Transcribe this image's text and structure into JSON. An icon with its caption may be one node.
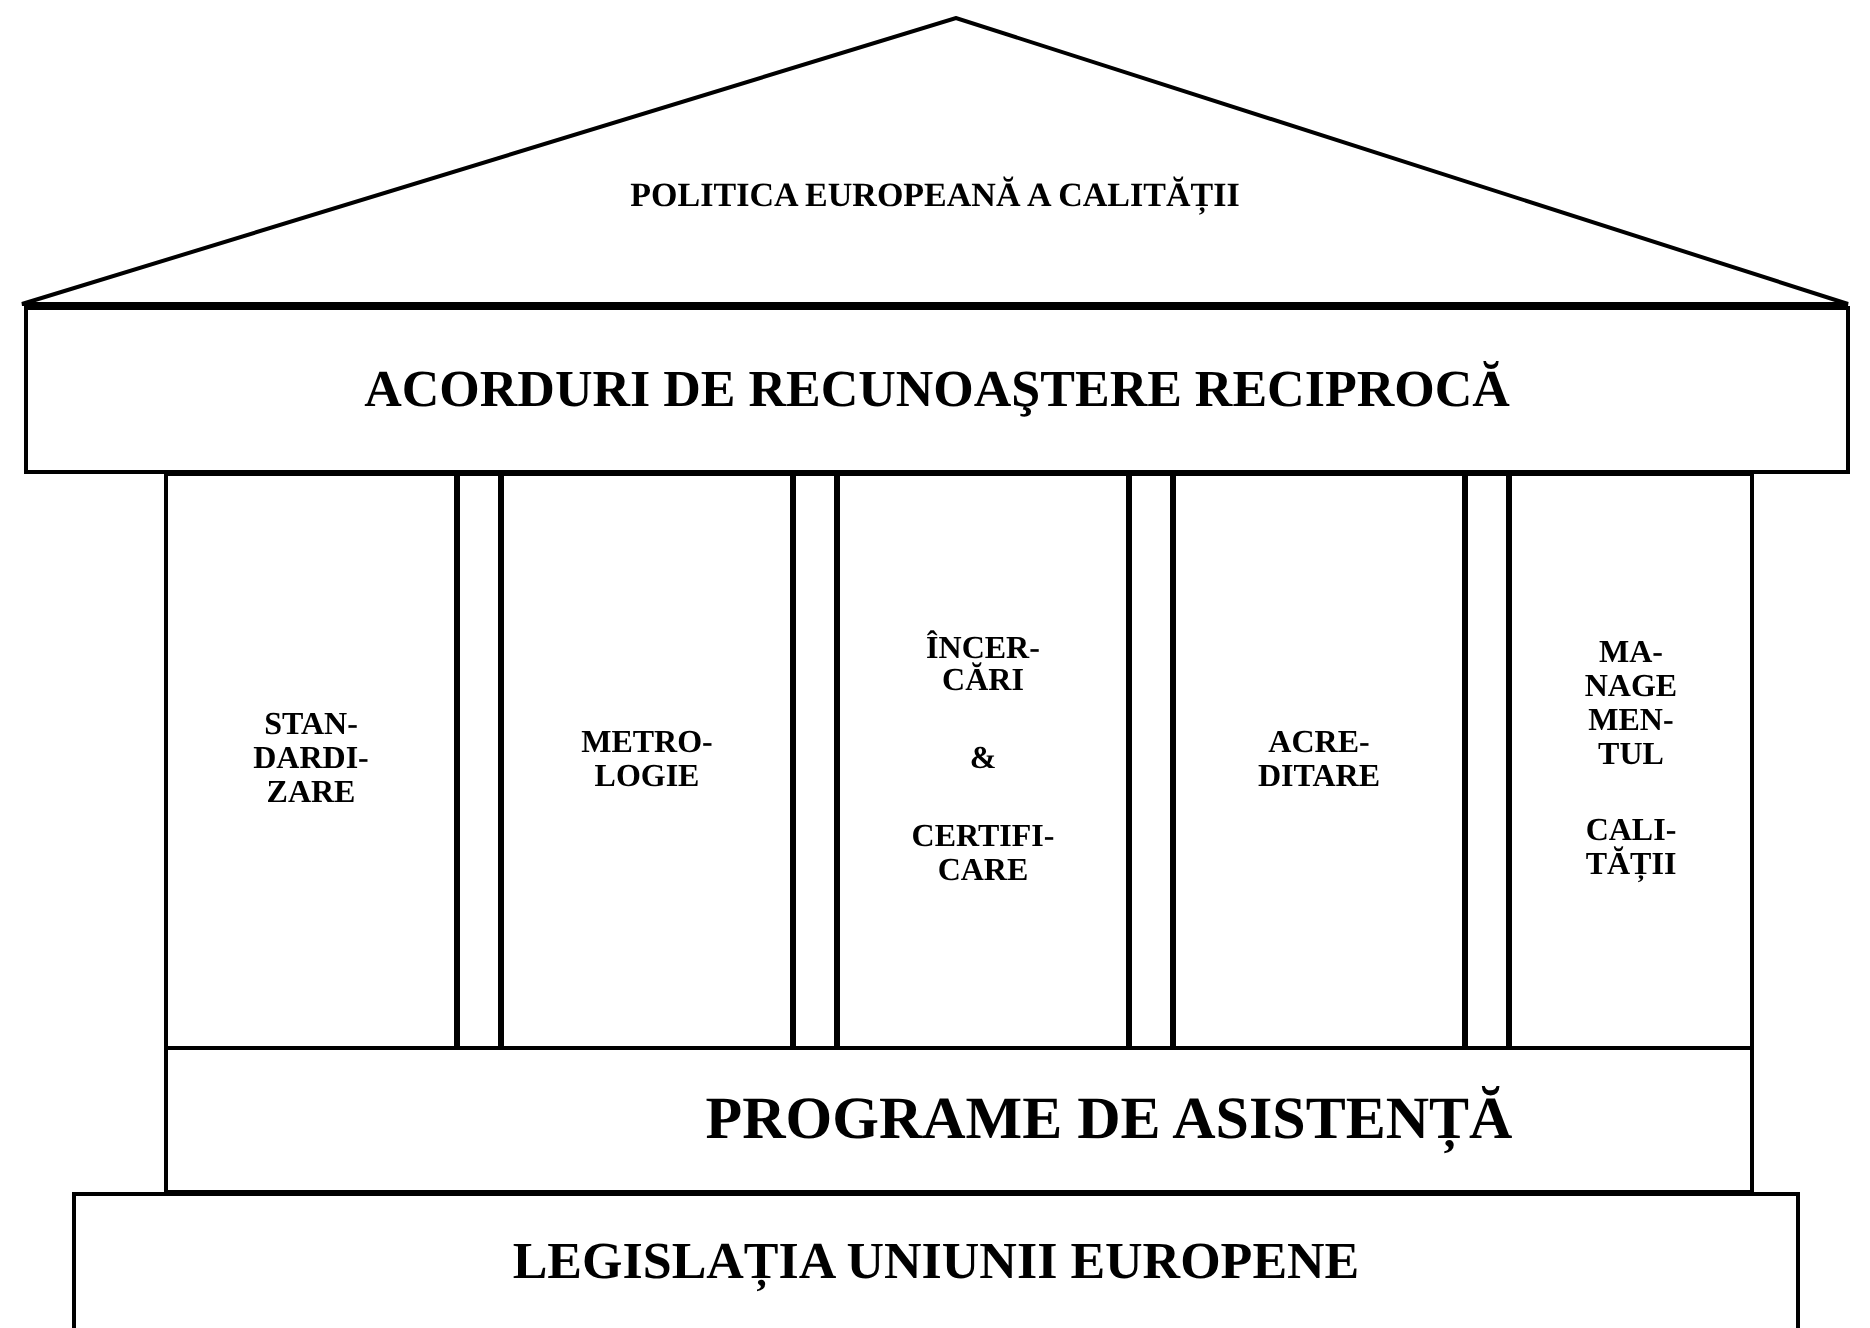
{
  "diagram": {
    "nodes": [
      {
        "text": [
          "POLITICA EUROPEANĂ A CALITĂȚII"
        ]
      },
      {
        "text": [
          "ACORDURI DE RECUNOAŞTERE RECIPROCĂ"
        ]
      },
      {
        "text": [
          "STAN- DARDI- ZARE"
        ]
      },
      {
        "text": [
          "METRO- LOGIE"
        ]
      },
      {
        "text": [
          "ÎNCER- CĂRI",
          "&",
          "CERTIFI- CARE"
        ]
      },
      {
        "text": [
          "ACRE- DITARE"
        ]
      },
      {
        "text": [
          "MA- NAGE MEN- TUL",
          "CALI- TĂȚII"
        ]
      },
      {
        "text": [
          "PROGRAME DE ASISTENȚĂ"
        ]
      },
      {
        "text": [
          "LEGISLAȚIA UNIUNII EUROPENE"
        ]
      },
      {
        "text": [],
        "shape": "box"
      },
      {
        "text": [],
        "shape": "box"
      },
      {
        "text": [],
        "shape": "box"
      },
      {
        "text": [],
        "shape": "box"
      }
    ],
    "edges": []
  }
}
